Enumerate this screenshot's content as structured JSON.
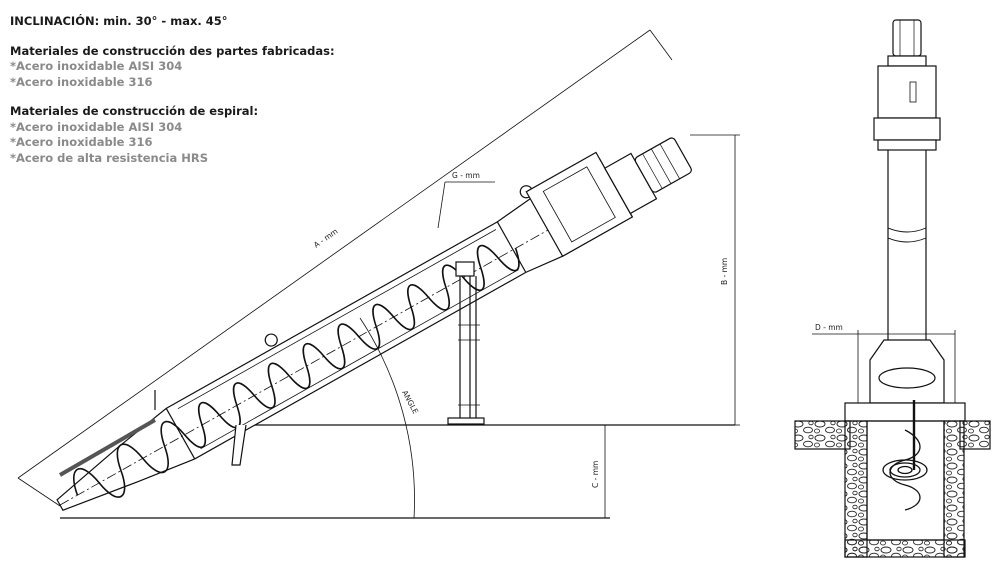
{
  "inclination": "INCLINACIÓN: min. 30° - max. 45°",
  "fabricated_heading": "Materiales de construcción des partes fabricadas:",
  "fabricated_items": [
    "*Acero inoxidable AISI 304",
    "*Acero inoxidable 316"
  ],
  "spiral_heading": "Materiales de construcción de espiral:",
  "spiral_items": [
    "*Acero inoxidable AISI 304",
    "*Acero inoxidable 316",
    "*Acero de alta resistencia HRS"
  ],
  "dimensions": {
    "a": "A - mm",
    "b": "B - mm",
    "c": "C - mm",
    "d": "D - mm",
    "g": "G - mm",
    "angle": "ANGLE"
  }
}
